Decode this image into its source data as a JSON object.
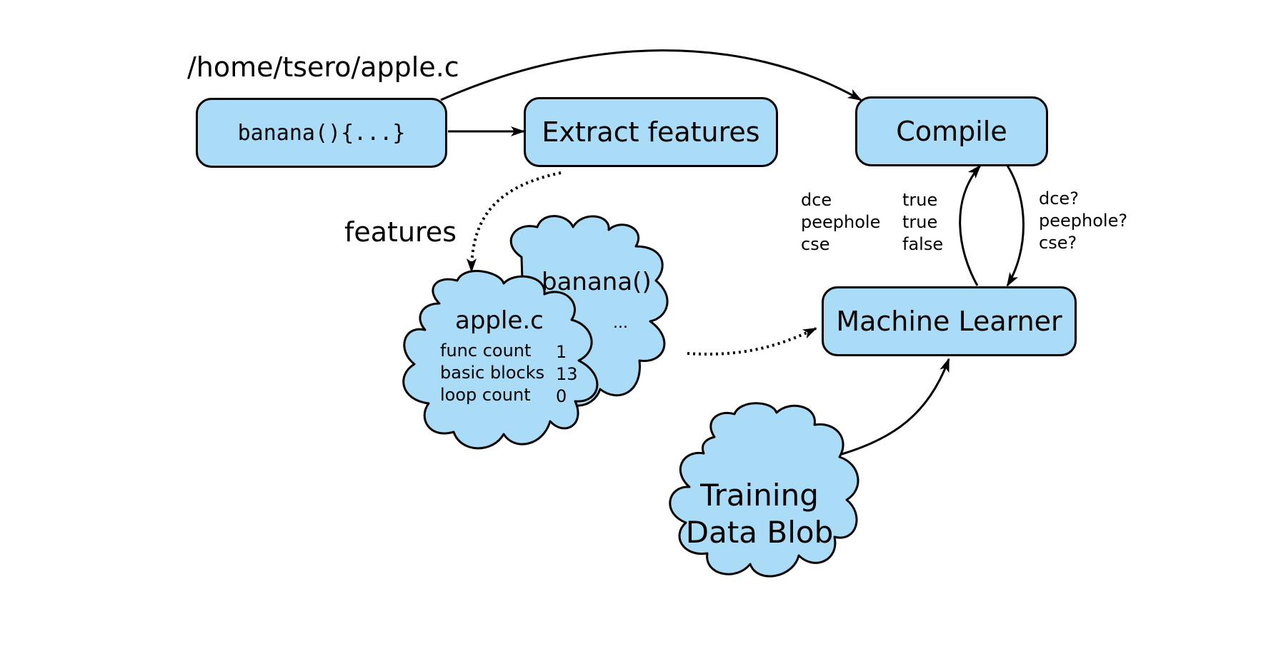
{
  "path_label": "/home/tsero/apple.c",
  "features_label": "features",
  "boxes": {
    "source": "banana(){...}",
    "extract": "Extract features",
    "compile": "Compile",
    "learner": "Machine Learner"
  },
  "cloud_function": {
    "title": "banana()",
    "ellipsis": "..."
  },
  "cloud_file": {
    "title": "apple.c",
    "rows": [
      {
        "name": "func count",
        "value": "1"
      },
      {
        "name": "basic blocks",
        "value": "13"
      },
      {
        "name": "loop count",
        "value": "0"
      }
    ]
  },
  "training": {
    "line1": "Training",
    "line2": "Data Blob"
  },
  "flags_sent": [
    "dce",
    "peephole",
    "cse"
  ],
  "flags_values": [
    "true",
    "true",
    "false"
  ],
  "flags_queried": [
    "dce?",
    "peephole?",
    "cse?"
  ],
  "colors": {
    "fill": "#aadcf8",
    "stroke": "#000000"
  }
}
